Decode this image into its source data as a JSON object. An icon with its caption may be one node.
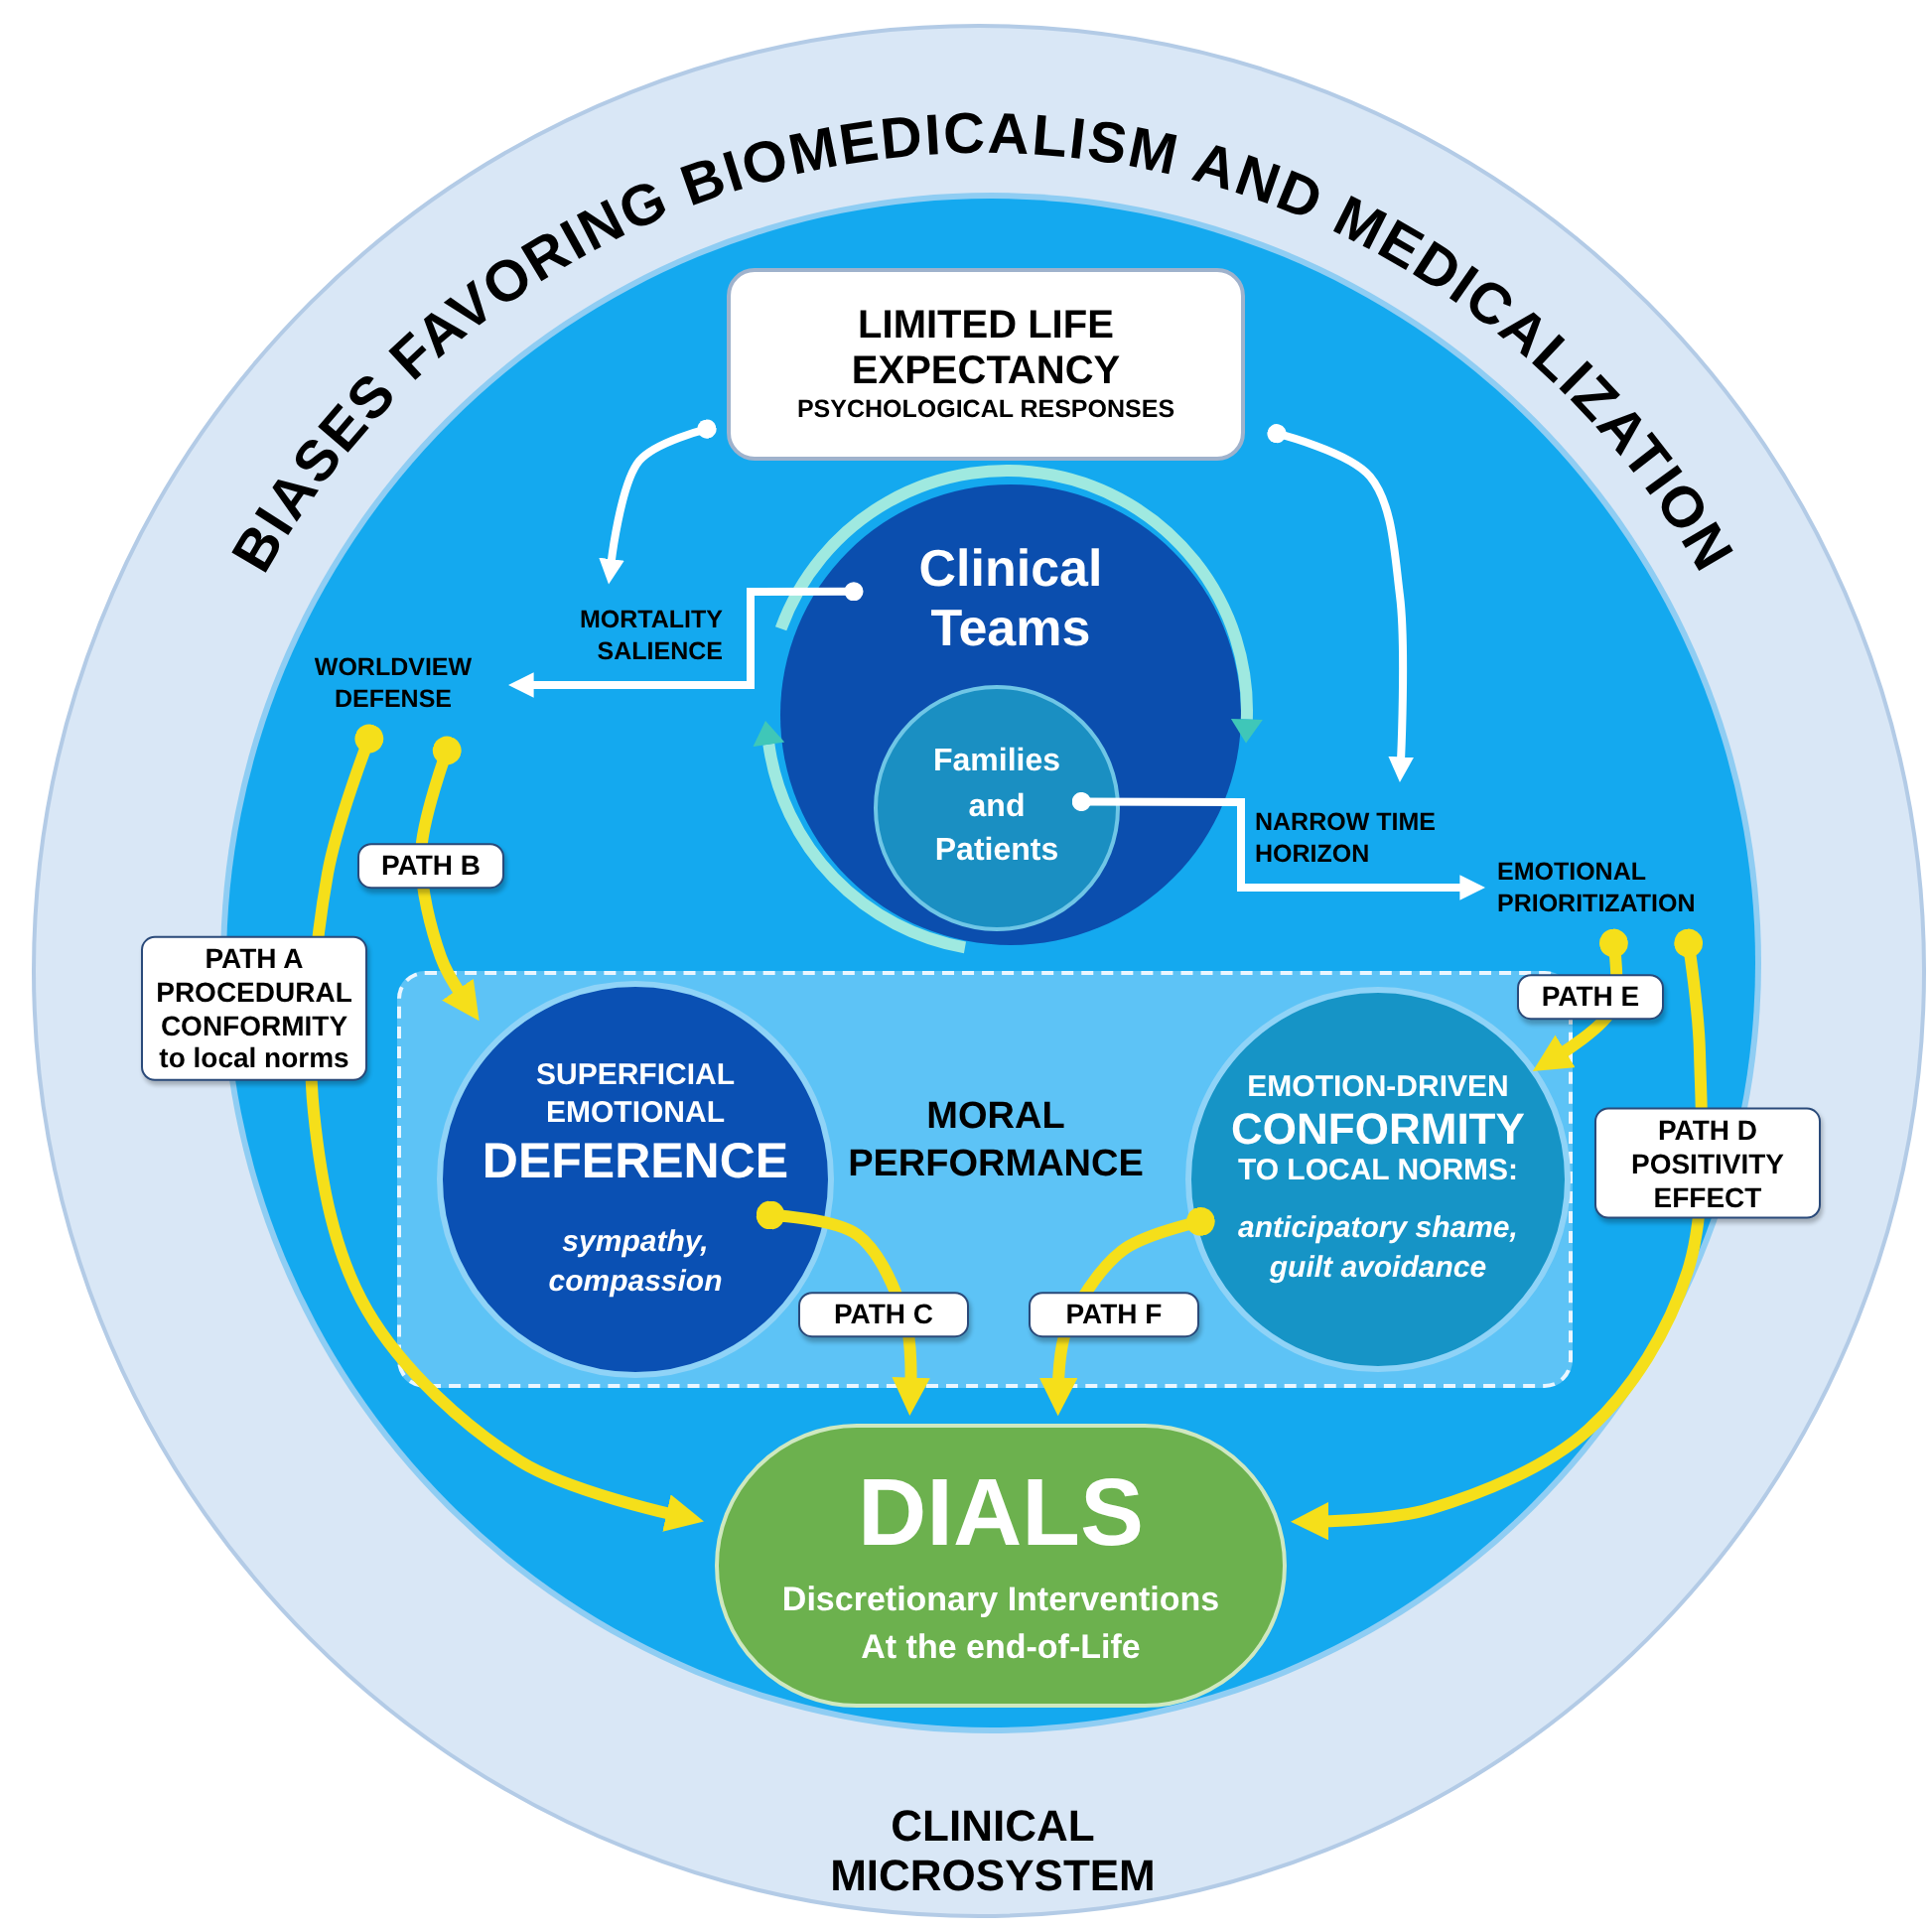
{
  "diagram": {
    "title": "BIASES FAVORING BIOMEDICALISM AND MEDICALIZATION",
    "nodes": [
      {
        "text": [
          "CLINICAL MICROSYSTEM"
        ]
      },
      {
        "text": [
          "LIMITED LIFE EXPECTANCY",
          "PSYCHOLOGICAL RESPONSES"
        ],
        "in": 0
      },
      {
        "text": [
          "Clinical Teams"
        ],
        "in": 0
      },
      {
        "text": [
          "Families and Patients"
        ],
        "in": 2
      },
      {
        "text": [
          "MORTALITY SALIENCE"
        ],
        "in": 0
      },
      {
        "text": [
          "WORLDVIEW DEFENSE"
        ],
        "in": 0
      },
      {
        "text": [
          "NARROW TIME HORIZON"
        ],
        "in": 0
      },
      {
        "text": [
          "EMOTIONAL PRIORITIZATION"
        ],
        "in": 0
      },
      {
        "text": [
          "MORAL PERFORMANCE"
        ],
        "in": 0
      },
      {
        "text": [
          "SUPERFICIAL EMOTIONAL",
          "DEFERENCE",
          "sympathy, compassion"
        ],
        "in": 8
      },
      {
        "text": [
          "EMOTION-DRIVEN",
          "CONFORMITY",
          "TO LOCAL NORMS:",
          "anticipatory shame, guilt avoidance"
        ],
        "in": 8
      },
      {
        "text": [
          "DIALS",
          "**D**iscretionary **I**nterventions **A**t the end-of-**L**ife"
        ],
        "in": 0
      }
    ],
    "edges": [
      {
        "from": 1,
        "to": 4,
        "arrow": "to",
        "color": "#ffffff"
      },
      {
        "from": 1,
        "to": 6,
        "arrow": "to",
        "color": "#ffffff"
      },
      {
        "from": 2,
        "to": 5,
        "arrow": "to",
        "color": "#ffffff"
      },
      {
        "from": 3,
        "to": 7,
        "arrow": "to",
        "color": "#ffffff"
      },
      {
        "from": 5,
        "to": 11,
        "arrow": "to",
        "label": "**PATH A** PROCEDURAL CONFORMITY to local norms"
      },
      {
        "from": 5,
        "to": 9,
        "arrow": "to",
        "label": "PATH B"
      },
      {
        "from": 9,
        "to": 11,
        "arrow": "to",
        "label": "PATH C"
      },
      {
        "from": 7,
        "to": 10,
        "arrow": "to",
        "label": "PATH E"
      },
      {
        "from": 7,
        "to": 11,
        "arrow": "to",
        "label": "**PATH D** POSITIVITY EFFECT"
      },
      {
        "from": 10,
        "to": 11,
        "arrow": "to",
        "label": "PATH F"
      }
    ]
  }
}
